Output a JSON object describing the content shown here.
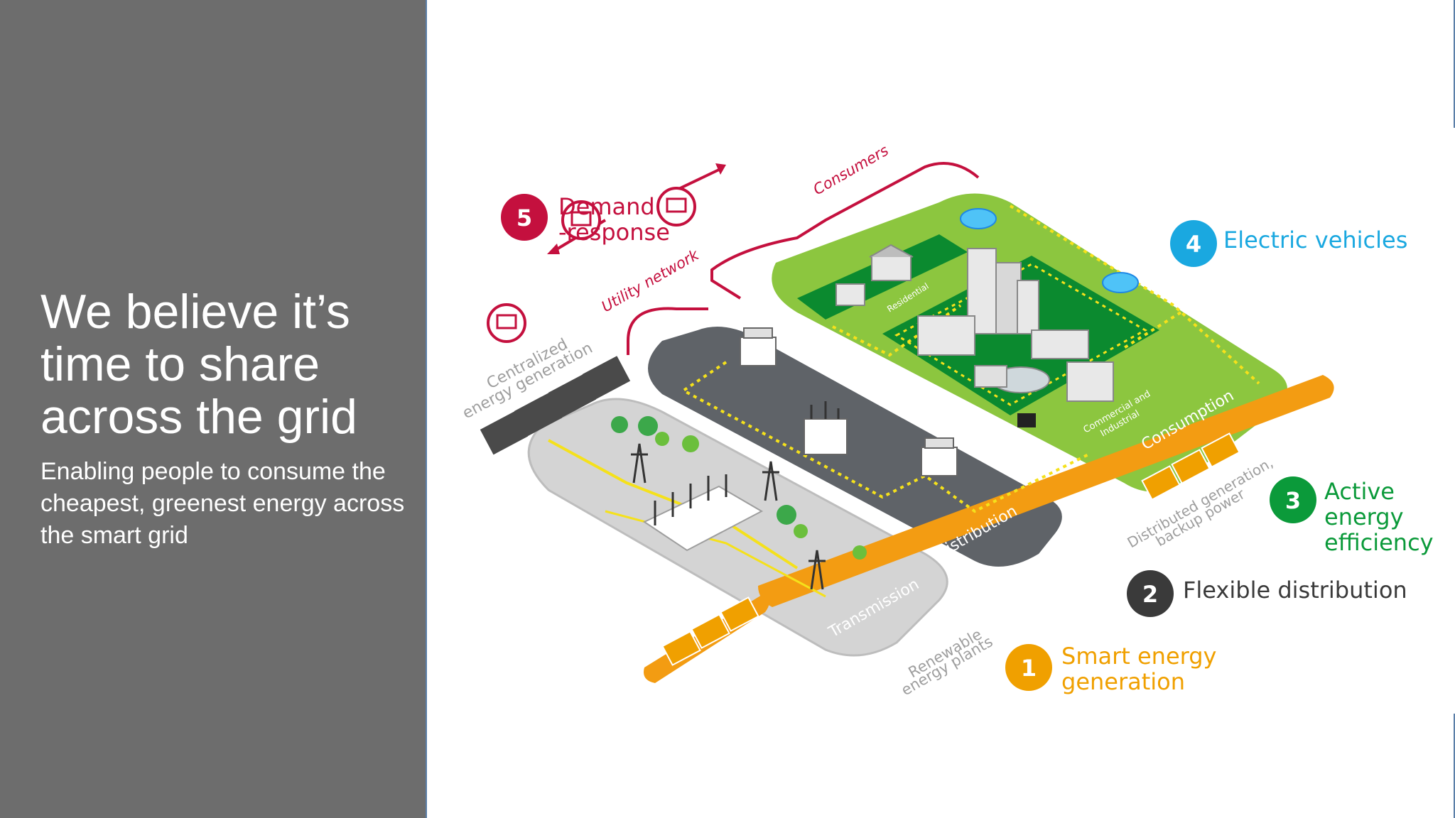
{
  "slide": {
    "headline": "We believe it’s time to share across the grid",
    "subheadline": "Enabling people to consume the cheapest, greenest energy across the smart grid"
  },
  "diagram": {
    "steps": [
      {
        "number": "1",
        "label_line1": "Smart energy",
        "label_line2": "generation",
        "color": "#f0a000"
      },
      {
        "number": "2",
        "label": "Flexible distribution",
        "color": "#3a3a3a"
      },
      {
        "number": "3",
        "label_line1": "Active",
        "label_line2": "energy",
        "label_line3": "efficiency",
        "color": "#0b9a3a"
      },
      {
        "number": "4",
        "label": "Electric vehicles",
        "color": "#1aa8e0"
      },
      {
        "number": "5",
        "label_line1": "Demand",
        "label_line2": "-response",
        "color": "#c4103e"
      }
    ],
    "zones": {
      "centralized_line1": "Centralized",
      "centralized_line2": "energy generation",
      "transmission": "Transmission",
      "distribution": "Distribution",
      "consumption": "Consumption",
      "renewable_line1": "Renewable",
      "renewable_line2": "energy plants",
      "distributed_line1": "Distributed generation,",
      "distributed_line2": "backup power",
      "utility_network": "Utility network",
      "consumers": "Consumers",
      "residential": "Residential",
      "commercial_line1": "Commercial and",
      "commercial_line2": "Industrial"
    },
    "colors": {
      "left_panel": "#6d6d6d",
      "green_zone": "#8cc63f",
      "dark_green": "#0b8a2f",
      "orange_strip": "#f39c12",
      "distribution_zone": "#5f6368",
      "transmission_zone": "#d4d4d4",
      "demand_red": "#c4103e",
      "ev_blue": "#1aa8e0",
      "flow_yellow": "#f5e11b"
    }
  }
}
